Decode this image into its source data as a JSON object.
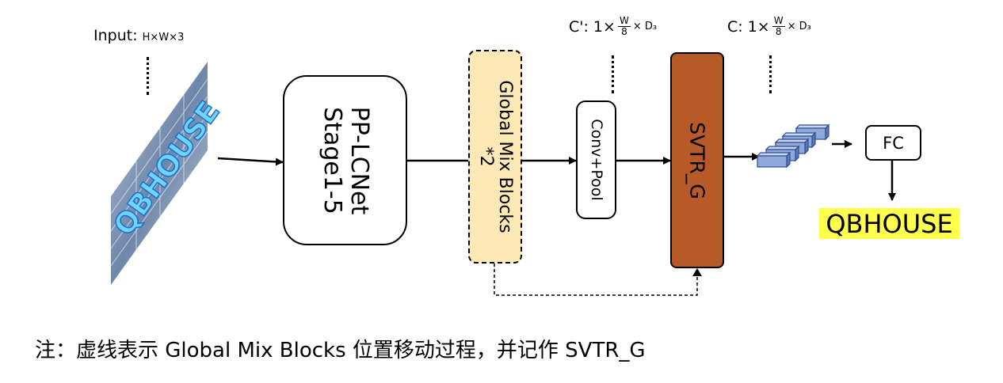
{
  "input": {
    "label": "Input:",
    "dims": "H×W×3",
    "image_text": "QBHOUSE"
  },
  "blocks": {
    "pplcnet": {
      "line1": "PP-LCNet",
      "line2": "Stage1-5"
    },
    "gmb": {
      "line1": "Global Mix  Blocks",
      "line2": "*2"
    },
    "conv": {
      "label": "Conv+Pool"
    },
    "svtr": {
      "label": "SVTR_G"
    },
    "fc": {
      "label": "FC"
    }
  },
  "shapes": {
    "c_prime": {
      "prefix": "C': 1×",
      "num": "W",
      "den": "8",
      "suffix": "× D₃"
    },
    "c": {
      "prefix": "C: 1×",
      "num": "W",
      "den": "8",
      "suffix": "× D₃"
    }
  },
  "result": {
    "text": "QBHOUSE",
    "highlight": "#ffff4d"
  },
  "note": {
    "text": "注：虚线表示 Global Mix Blocks 位置移动过程，并记作 SVTR_G"
  },
  "colors": {
    "svtr_fill": "#b85a28",
    "gmb_fill": "#fde9b6",
    "feature_blocks": "#8fa8dc"
  }
}
